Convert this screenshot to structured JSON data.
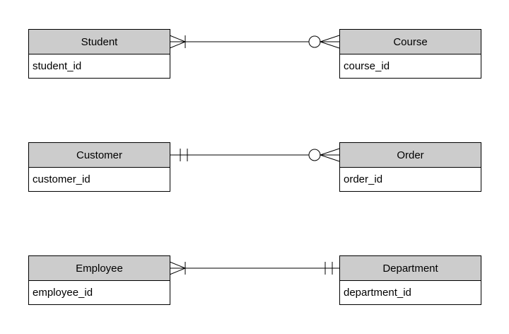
{
  "diagram": {
    "kind": "entity-relationship-diagram",
    "notation": "crow's foot",
    "colors": {
      "entity_header_fill": "#cccccc",
      "entity_body_fill": "#ffffff",
      "line": "#000000",
      "canvas_background": "#ffffff"
    },
    "entities": [
      {
        "name": "Student",
        "attributes": [
          "student_id"
        ]
      },
      {
        "name": "Course",
        "attributes": [
          "course_id"
        ]
      },
      {
        "name": "Customer",
        "attributes": [
          "customer_id"
        ]
      },
      {
        "name": "Order",
        "attributes": [
          "order_id"
        ]
      },
      {
        "name": "Employee",
        "attributes": [
          "employee_id"
        ]
      },
      {
        "name": "Department",
        "attributes": [
          "department_id"
        ]
      }
    ],
    "relationships": [
      {
        "from": "Student",
        "to": "Course",
        "from_cardinality": "one-or-many",
        "from_icon": "crow-foot-with-bar-icon",
        "to_cardinality": "zero-or-many",
        "to_icon": "circle-with-crow-foot-icon"
      },
      {
        "from": "Customer",
        "to": "Order",
        "from_cardinality": "exactly-one",
        "from_icon": "double-bar-icon",
        "to_cardinality": "zero-or-many",
        "to_icon": "circle-with-crow-foot-icon"
      },
      {
        "from": "Employee",
        "to": "Department",
        "from_cardinality": "one-or-many",
        "from_icon": "crow-foot-with-bar-icon",
        "to_cardinality": "exactly-one",
        "to_icon": "double-bar-icon"
      }
    ]
  }
}
